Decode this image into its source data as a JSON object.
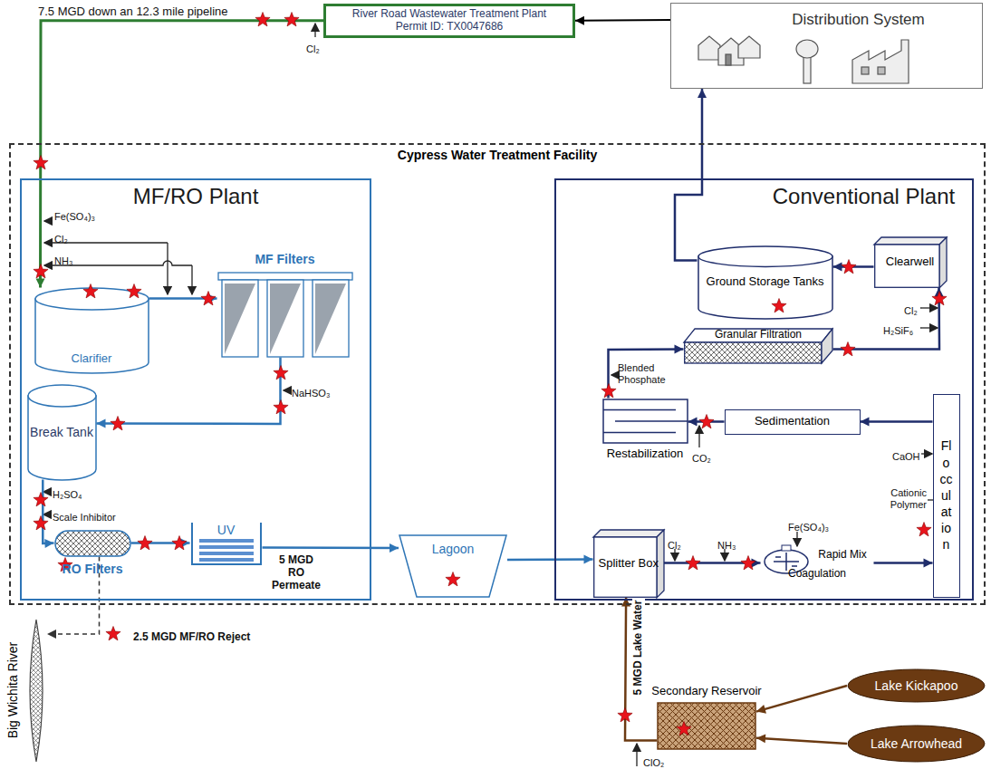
{
  "diagram": {
    "nodes": [
      {
        "text": [
          "River Road Wastewater Treatment Plant",
          "Permit ID: TX0047686"
        ]
      },
      {
        "text": [
          "Distribution System"
        ]
      },
      {
        "text": [
          "Cypress Water Treatment Facility"
        ]
      },
      {
        "text": [
          "MF/RO Plant"
        ],
        "in": 2
      },
      {
        "text": [
          "Clarifier"
        ],
        "in": 3
      },
      {
        "text": [
          "MF Filters"
        ],
        "in": 3
      },
      {
        "text": [
          "Break Tank"
        ],
        "in": 3
      },
      {
        "text": [
          "RO Filters"
        ],
        "in": 3
      },
      {
        "text": [
          "UV"
        ],
        "in": 3
      },
      {
        "text": [
          "Lagoon"
        ],
        "in": 2
      },
      {
        "text": [
          "Conventional Plant"
        ],
        "in": 2
      },
      {
        "text": [
          "Ground Storage Tanks"
        ],
        "in": 10
      },
      {
        "text": [
          "Clearwell"
        ],
        "in": 10
      },
      {
        "text": [
          "Granular Filtration"
        ],
        "in": 10
      },
      {
        "text": [
          "Restabilization"
        ],
        "in": 10
      },
      {
        "text": [
          "Sedimentation"
        ],
        "in": 10
      },
      {
        "text": [
          "Flocculation"
        ],
        "in": 10
      },
      {
        "text": [
          "Splitter Box"
        ],
        "in": 10
      },
      {
        "text": [
          "Rapid Mix",
          "Coagulation"
        ],
        "in": 10
      },
      {
        "text": [
          "Big Wichita River"
        ]
      },
      {
        "text": [
          "Secondary Reservoir"
        ]
      },
      {
        "text": [
          "Lake Kickapoo"
        ]
      },
      {
        "text": [
          "Lake Arrowhead"
        ]
      }
    ],
    "edges": [
      {
        "from": 0,
        "to": 4,
        "arrow": "to",
        "label": "7.5 MGD down an 12.3 mile pipeline"
      },
      {
        "from": 1,
        "to": 0,
        "arrow": "to"
      },
      {
        "from": 4,
        "to": 5,
        "arrow": "to"
      },
      {
        "from": 5,
        "to": 6,
        "arrow": "to"
      },
      {
        "from": 6,
        "to": 7,
        "arrow": "to"
      },
      {
        "from": 7,
        "to": 8,
        "arrow": "to"
      },
      {
        "from": 8,
        "to": 9,
        "arrow": "to",
        "label": "5 MGD RO Permeate"
      },
      {
        "from": 9,
        "to": 17,
        "arrow": "to"
      },
      {
        "from": 7,
        "to": 19,
        "arrow": "to",
        "label": "2.5 MGD MF/RO Reject"
      },
      {
        "from": 21,
        "to": 20,
        "arrow": "to"
      },
      {
        "from": 22,
        "to": 20,
        "arrow": "to"
      },
      {
        "from": 20,
        "to": 17,
        "arrow": "to",
        "label": "5 MGD Lake Water"
      },
      {
        "from": 17,
        "to": 18,
        "arrow": "to"
      },
      {
        "from": 18,
        "to": 16,
        "arrow": "to"
      },
      {
        "from": 16,
        "to": 15,
        "arrow": "to"
      },
      {
        "from": 15,
        "to": 14,
        "arrow": "to"
      },
      {
        "from": 14,
        "to": 13,
        "arrow": "to"
      },
      {
        "from": 13,
        "to": 12,
        "arrow": "to"
      },
      {
        "from": 12,
        "to": 11,
        "arrow": "to"
      },
      {
        "from": 11,
        "to": 1,
        "arrow": "to"
      }
    ],
    "labels": [
      "Cl₂",
      "Fe(SO₄)₃",
      "Cl₂",
      "NH₃",
      "NaHSO₃",
      "H₂SO₄",
      "Scale Inhibitor",
      "Cl₂",
      "NH₃",
      "Fe(SO₄)₃",
      "Cationic Polymer",
      "CaOH",
      "CO₂",
      "Blended Phosphate",
      "Cl₂",
      "H₂SiF₆",
      "ClO₂"
    ]
  }
}
